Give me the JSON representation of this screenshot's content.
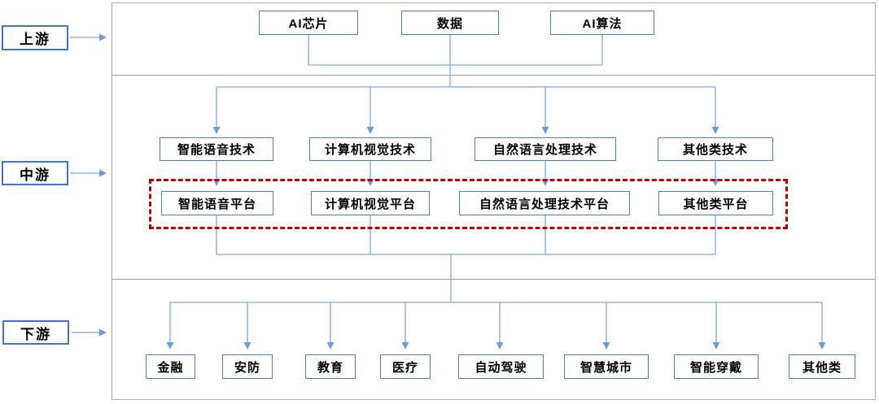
{
  "stage_labels": [
    {
      "label": "上游"
    },
    {
      "label": "中游"
    },
    {
      "label": "下游"
    }
  ],
  "upstream_nodes": [
    {
      "label": "AI芯片"
    },
    {
      "label": "数据"
    },
    {
      "label": "AI算法"
    }
  ],
  "midstream_tech_nodes": [
    {
      "label": "智能语音技术"
    },
    {
      "label": "计算机视觉技术"
    },
    {
      "label": "自然语言处理技术"
    },
    {
      "label": "其他类技术"
    }
  ],
  "midstream_platform_nodes": [
    {
      "label": "智能语音平台"
    },
    {
      "label": "计算机视觉平台"
    },
    {
      "label": "自然语言处理技术平台"
    },
    {
      "label": "其他类平台"
    }
  ],
  "downstream_nodes": [
    {
      "label": "金融"
    },
    {
      "label": "安防"
    },
    {
      "label": "教育"
    },
    {
      "label": "医疗"
    },
    {
      "label": "自动驾驶"
    },
    {
      "label": "智慧城市"
    },
    {
      "label": "智能穿戴"
    },
    {
      "label": "其他类"
    }
  ],
  "colors": {
    "node_border": "#4a7ebb",
    "stage_border": "#4472c4",
    "connector": "#7da6d9",
    "arrowhead": "#6f9bd1",
    "highlight_dashed": "#c00000",
    "frame": "#a9a9a9",
    "text": "#000000",
    "background": "#ffffff"
  }
}
